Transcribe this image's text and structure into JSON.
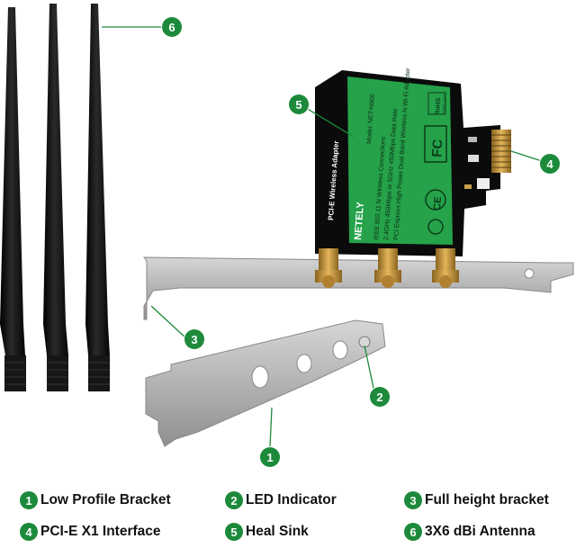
{
  "card": {
    "brand": "NETELY",
    "model": "Model: NET-N900",
    "spec_line1": "IEEE 802.11 N Wireless Connections",
    "spec_line2": "2.4GHz 450Mbps or 5GHz 450Mbps Data Rate",
    "spec_line3": "PCI Express High Power Dual Band Wireless N Wi-Fi Adapter",
    "side_label": "PCI-E Wireless Adapter",
    "fc_mark": "FC",
    "ce_mark": "CE",
    "rohs_mark": "RoHS",
    "rohs_sub": "COMPLIANT"
  },
  "callouts": {
    "c1": "1",
    "c2": "2",
    "c3": "3",
    "c4": "4",
    "c5": "5",
    "c6": "6"
  },
  "legend": [
    {
      "num": "1",
      "label": "Low Profile  Bracket"
    },
    {
      "num": "2",
      "label": "LED Indicator"
    },
    {
      "num": "3",
      "label": "Full height bracket"
    },
    {
      "num": "4",
      "label": "PCI-E X1 Interface"
    },
    {
      "num": "5",
      "label": "Heal Sink"
    },
    {
      "num": "6",
      "label": "3X6 dBi Antenna"
    }
  ],
  "colors": {
    "accent_green": "#1c8a3a",
    "label_green": "#25a24a",
    "antenna_black": "#111111",
    "bracket_silver": "#b9b9b9",
    "connector_gold": "#c99a3a"
  }
}
